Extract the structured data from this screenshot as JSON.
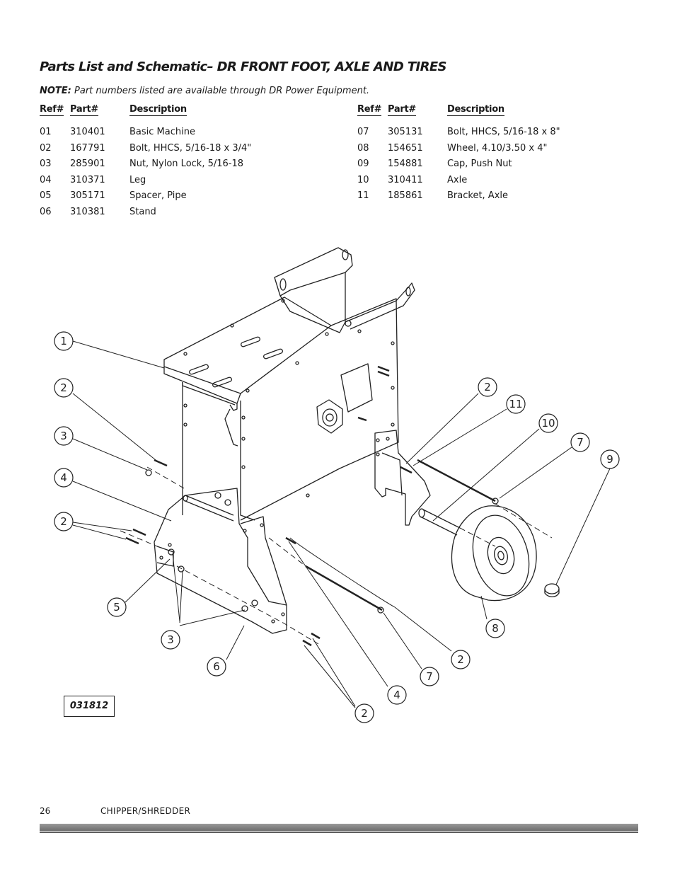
{
  "title": "Parts List and Schematic– DR FRONT FOOT, AXLE AND TIRES",
  "note": {
    "label": "NOTE:",
    "text": " Part numbers listed are available through DR Power Equipment."
  },
  "table_headers": {
    "ref": "Ref#",
    "part": "Part#",
    "description": "Description"
  },
  "parts_left": [
    {
      "ref": "01",
      "part": "310401",
      "description": "Basic Machine"
    },
    {
      "ref": "02",
      "part": "167791",
      "description": "Bolt, HHCS, 5/16-18 x 3/4\""
    },
    {
      "ref": "03",
      "part": "285901",
      "description": "Nut, Nylon Lock, 5/16-18"
    },
    {
      "ref": "04",
      "part": "310371",
      "description": "Leg"
    },
    {
      "ref": "05",
      "part": "305171",
      "description": "Spacer, Pipe"
    },
    {
      "ref": "06",
      "part": "310381",
      "description": "Stand"
    }
  ],
  "parts_right": [
    {
      "ref": "07",
      "part": "305131",
      "description": "Bolt, HHCS, 5/16-18 x 8\""
    },
    {
      "ref": "08",
      "part": "154651",
      "description": "Wheel, 4.10/3.50 x 4\""
    },
    {
      "ref": "09",
      "part": "154881",
      "description": "Cap, Push Nut"
    },
    {
      "ref": "10",
      "part": "310411",
      "description": "Axle"
    },
    {
      "ref": "11",
      "part": "185861",
      "description": "Bracket, Axle"
    }
  ],
  "callouts": [
    "1",
    "2",
    "3",
    "4",
    "2",
    "5",
    "3",
    "6",
    "2",
    "4",
    "7",
    "2",
    "8",
    "9",
    "7",
    "10",
    "11",
    "2"
  ],
  "diagram_code": "031812",
  "footer": {
    "page_number": "26",
    "doc_title": "CHIPPER/SHREDDER"
  }
}
